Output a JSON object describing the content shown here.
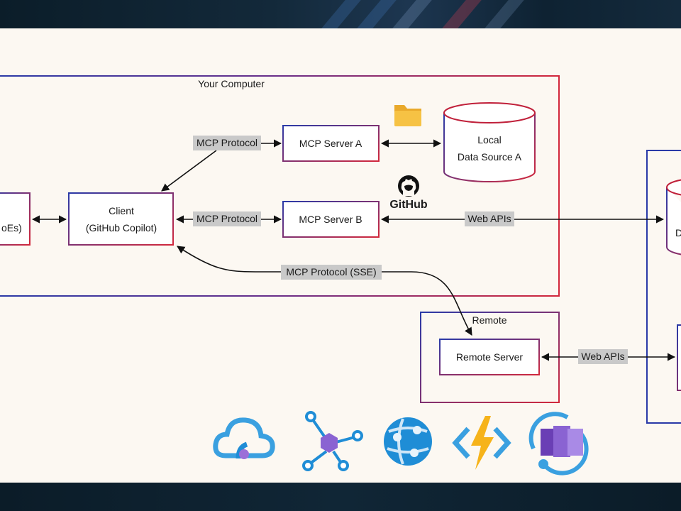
{
  "diagram": {
    "your_computer_label": "Your Computer",
    "remote_label": "Remote",
    "hosts_label": "oEs)",
    "client": {
      "line1": "Client",
      "line2": "(GitHub Copilot)"
    },
    "server_a": "MCP Server A",
    "server_b": "MCP Server B",
    "remote_server": "Remote Server",
    "local_data": {
      "line1": "Local",
      "line2": "Data Source A"
    },
    "right_db_partial": "D",
    "github_text": "GitHub",
    "edges": {
      "client_server_a": "MCP Protocol",
      "client_server_b": "MCP Protocol",
      "client_remote": "MCP Protocol (SSE)",
      "server_b_web": "Web APIs",
      "remote_web": "Web APIs"
    }
  },
  "colors": {
    "box_gradient_start": "#2a3aa8",
    "box_gradient_end": "#d2283c",
    "cylinder_red": "#c0203a",
    "cylinder_blue": "#2d3fb0",
    "folder": "#f6c244",
    "azure_blue": "#1f8dd6",
    "purple": "#8a63d2"
  },
  "icons": [
    "folder-icon",
    "github-icon",
    "azure-api-icon",
    "azure-graph-icon",
    "azure-web-icon",
    "azure-functions-icon",
    "azure-container-icon"
  ]
}
